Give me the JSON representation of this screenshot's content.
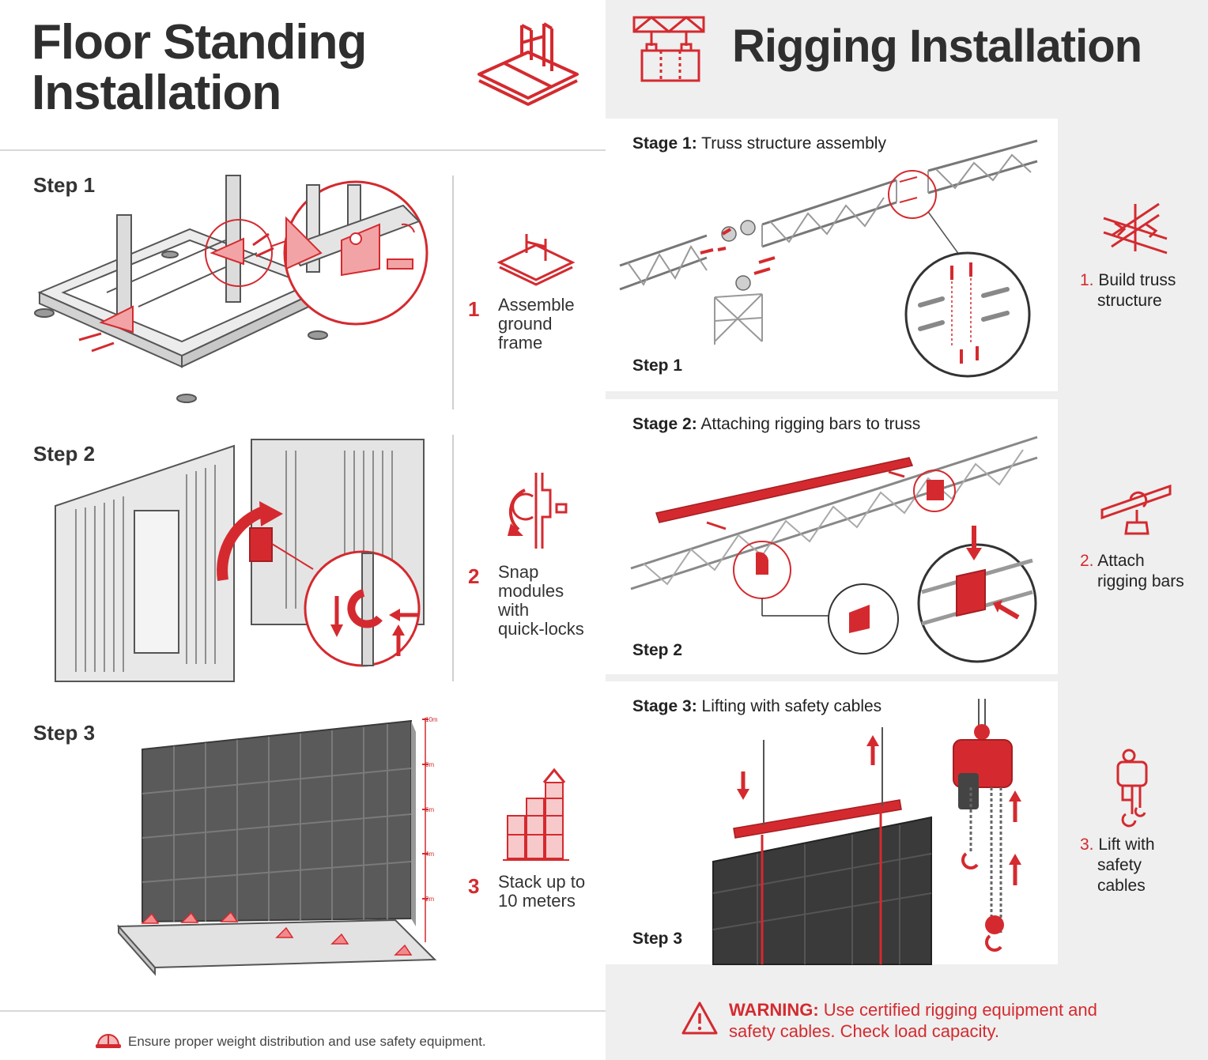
{
  "left": {
    "title_line1": "Floor Standing",
    "title_line2": "Installation",
    "steps": [
      {
        "label": "Step 1",
        "number": "1",
        "desc_lines": [
          "Assemble",
          "ground",
          "frame"
        ]
      },
      {
        "label": "Step 2",
        "number": "2",
        "desc_lines": [
          "Snap",
          "modules",
          "with",
          "quick-locks"
        ]
      },
      {
        "label": "Step 3",
        "number": "3",
        "desc_lines": [
          "Stack up to",
          "10 meters"
        ]
      }
    ],
    "height_ticks": [
      "10m",
      "8m",
      "6m",
      "4m",
      "2m"
    ],
    "footer": "Ensure proper weight distribution and use safety equipment."
  },
  "right": {
    "title": "Rigging Installation",
    "stages": [
      {
        "prefix": "Stage 1:",
        "text": "Truss structure assembly",
        "step": "Step 1",
        "side_num": "1.",
        "side_lines": [
          "Build truss",
          "structure"
        ]
      },
      {
        "prefix": "Stage 2:",
        "text": "Attaching rigging bars to truss",
        "step": "Step 2",
        "side_num": "2.",
        "side_lines": [
          "Attach",
          "rigging bars"
        ]
      },
      {
        "prefix": "Stage 3:",
        "text": "Lifting with safety cables",
        "step": "Step 3",
        "side_num": "3.",
        "side_lines": [
          "Lift with",
          "safety",
          "cables"
        ]
      }
    ],
    "warning_label": "WARNING:",
    "warning_line1": "Use certified rigging equipment and",
    "warning_line2": "safety cables. Check load capacity."
  },
  "colors": {
    "accent": "#d42a2f",
    "panel_bg": "#efefef",
    "text": "#2b2b2b"
  },
  "icons": [
    "frame-icon",
    "truss-icon",
    "quick-lock-icon",
    "stack-icon",
    "clamp-icon",
    "hoist-icon",
    "hard-hat-icon",
    "warning-icon"
  ]
}
